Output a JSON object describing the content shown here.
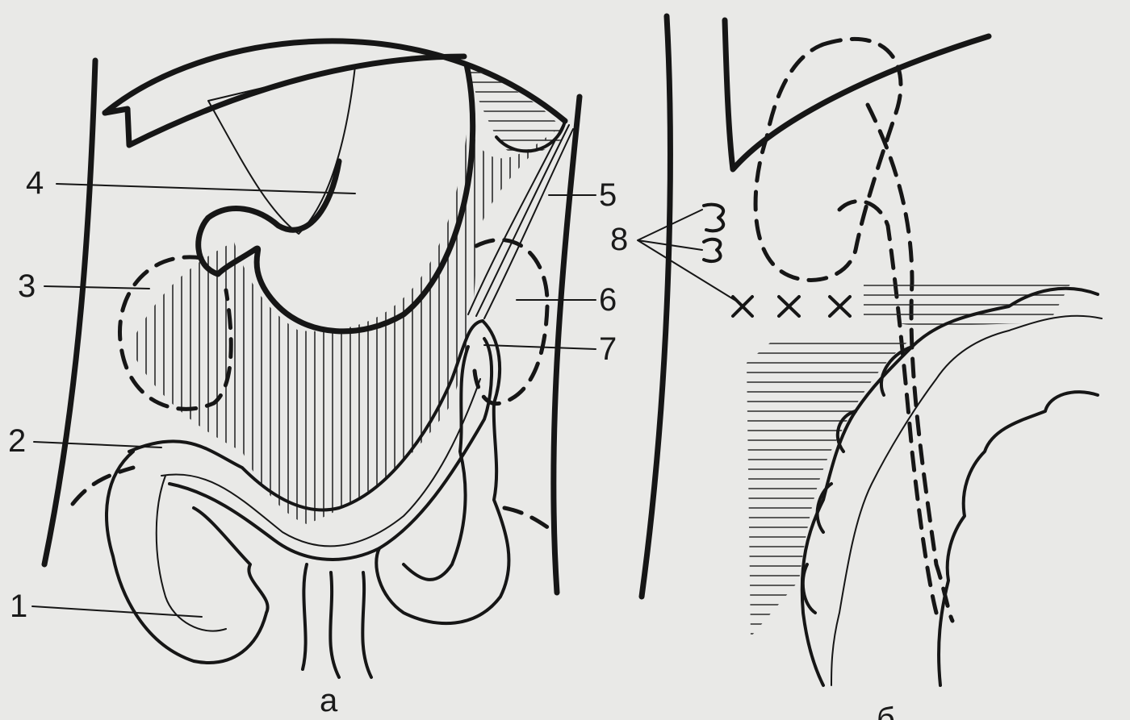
{
  "labels": {
    "l1": "1",
    "l2": "2",
    "l3": "3",
    "l4": "4",
    "l5": "5",
    "l6": "6",
    "l7": "7",
    "l8": "8"
  },
  "panels": {
    "a": "а",
    "b": "б"
  },
  "colors": {
    "paper": "#e9e9e7",
    "ink": "#161616"
  }
}
